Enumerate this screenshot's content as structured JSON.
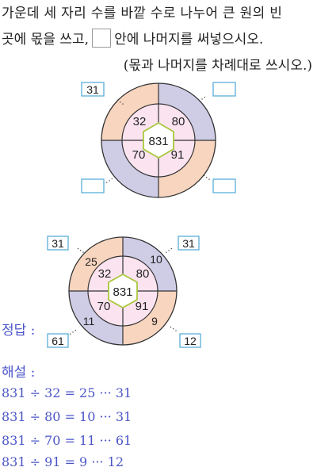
{
  "question": {
    "line1": "가운데 세 자리 수를 바깥 수로 나누어 큰 원의 빈",
    "line2_a": "곳에 몫을 쓰고,",
    "line2_b": "안에 나머지를 써넣으시오.",
    "line3": "(몫과 나머지를 차례대로 쓰시오.)"
  },
  "problem": {
    "center": "831",
    "divisors": [
      "32",
      "80",
      "70",
      "91"
    ],
    "given_remainder": "31"
  },
  "answer": {
    "label": "정답 :",
    "center": "831",
    "divisors": [
      "32",
      "80",
      "70",
      "91"
    ],
    "quotients": [
      "25",
      "10",
      "11",
      "9"
    ],
    "remainders": [
      "31",
      "31",
      "61",
      "12"
    ]
  },
  "solution": {
    "label": "해설 :",
    "equations": [
      "831 ÷ 32 = 25 ··· 31",
      "831 ÷ 80 = 10 ··· 31",
      "831 ÷ 70 = 11 ··· 61",
      "831 ÷ 91 = 9 ··· 12"
    ]
  },
  "colors": {
    "peach": "#f8d5bf",
    "lavender": "#cfcce6",
    "pink": "#fbe4ef",
    "hexagon": "#a8c83c",
    "box": "#5aaed8",
    "blue_text": "#4a54c8"
  }
}
